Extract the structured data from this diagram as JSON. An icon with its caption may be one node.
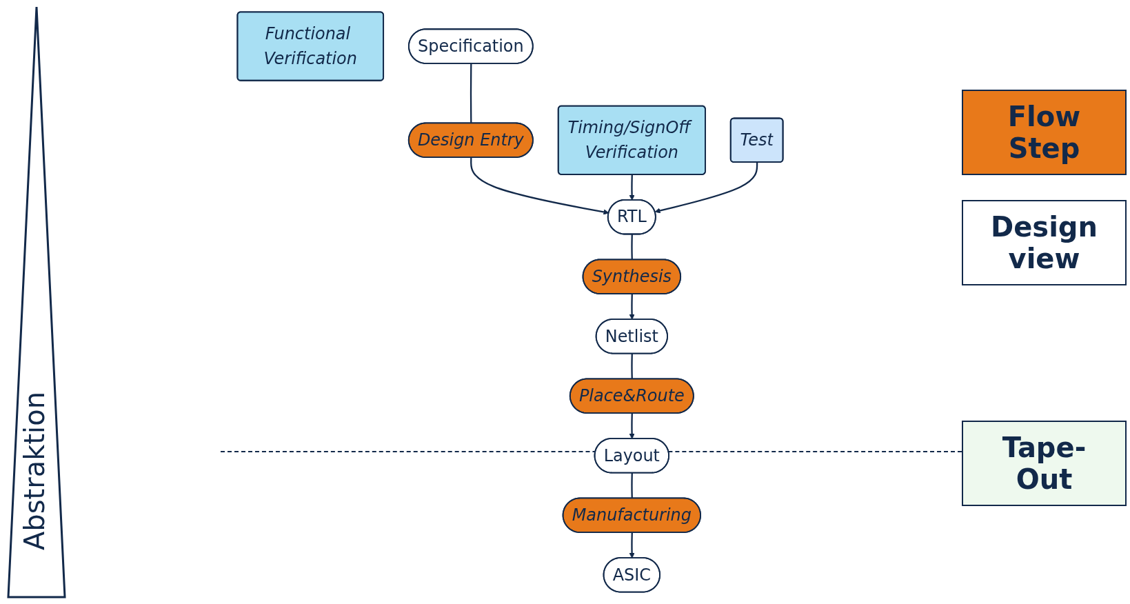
{
  "diagram": {
    "nodes": [
      {
        "text": [
          "Functional Verification"
        ]
      },
      {
        "text": [
          "Specification"
        ]
      },
      {
        "text": [
          "Design Entry"
        ]
      },
      {
        "text": [
          "RTL"
        ]
      },
      {
        "text": [
          "Synthesis"
        ]
      },
      {
        "text": [
          "Netlist"
        ]
      },
      {
        "text": [
          "Place&Route"
        ]
      },
      {
        "text": [
          "Layout"
        ]
      },
      {
        "text": [
          "Timing/SignOff Verification"
        ]
      },
      {
        "text": [
          "Manufacturing"
        ]
      },
      {
        "text": [
          "ASIC"
        ]
      },
      {
        "text": [
          "Test"
        ]
      }
    ],
    "edges": [
      {
        "from": 1,
        "to": 2,
        "arrow": "none"
      },
      {
        "from": 2,
        "to": 3,
        "arrow": "to"
      },
      {
        "from": 3,
        "to": 4,
        "arrow": "none"
      },
      {
        "from": 4,
        "to": 5,
        "arrow": "to"
      },
      {
        "from": 5,
        "to": 6,
        "arrow": "none"
      },
      {
        "from": 6,
        "to": 7,
        "arrow": "to"
      },
      {
        "from": 7,
        "to": 9,
        "arrow": "none"
      },
      {
        "from": 9,
        "to": 10,
        "arrow": "to"
      },
      {
        "from": 8,
        "to": 3,
        "arrow": "to"
      },
      {
        "from": 11,
        "to": 3,
        "arrow": "to"
      }
    ],
    "labels": [
      "Abstraktion",
      "Tape-Out"
    ],
    "legend": [
      {
        "text": "Flow Step",
        "color": "#e8791a"
      },
      {
        "text": "Design view",
        "color": "#ffffff"
      }
    ]
  }
}
